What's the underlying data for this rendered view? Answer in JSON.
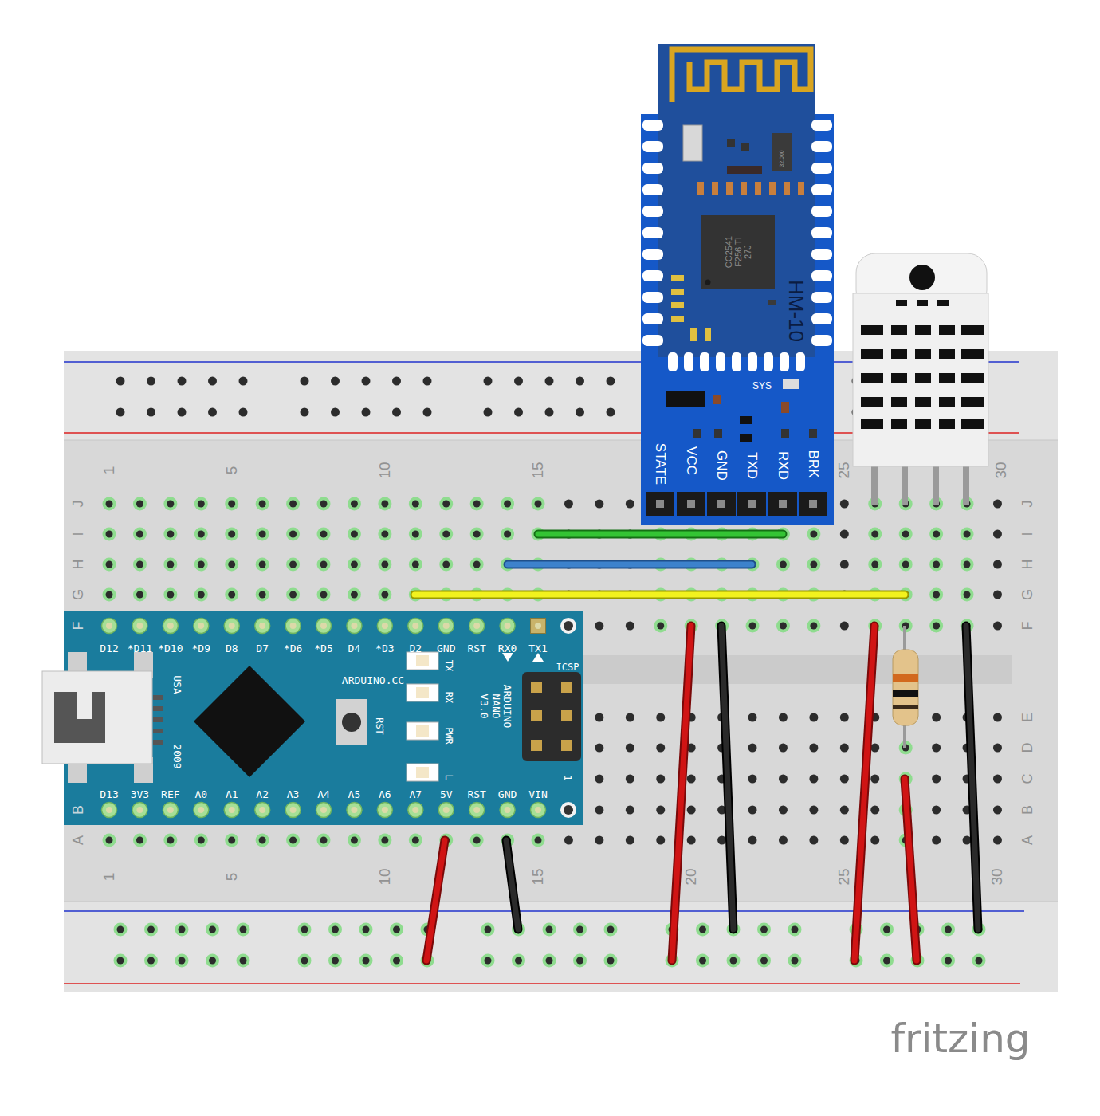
{
  "diagram": {
    "nodes": [
      {
        "text": [
          "1",
          "5",
          "10",
          "15",
          "25",
          "30",
          "J",
          "I",
          "H",
          "G",
          "F",
          "B",
          "A",
          "J",
          "I",
          "H",
          "G",
          "F",
          "E",
          "D",
          "C",
          "B",
          "A",
          "1",
          "5",
          "10",
          "15",
          "20",
          "25",
          "30"
        ]
      },
      {
        "text": [
          "D12",
          "*D11",
          "*D10",
          "*D9",
          "D8",
          "D7",
          "*D6",
          "*D5",
          "D4",
          "*D3",
          "D2",
          "GND",
          "RST",
          "RX0",
          "TX1",
          "ARDUINO.CC",
          "TX",
          "RX",
          "PWR",
          "L",
          "RST",
          "ARDUINO NANO V3.0",
          "ICSP",
          "USA",
          "2009",
          "1",
          "D13",
          "3V3",
          "REF",
          "A0",
          "A1",
          "A2",
          "A3",
          "A4",
          "A5",
          "A6",
          "A7",
          "5V",
          "RST",
          "GND",
          "VIN"
        ],
        "in": 0
      },
      {
        "text": [
          "32.000",
          "CC2541 F256 TI 27J",
          "HM-10",
          "SYS",
          "STATE",
          "VCC",
          "GND",
          "TXD",
          "RXD",
          "BRK"
        ]
      }
    ],
    "labels": [
      "fritzing"
    ]
  }
}
